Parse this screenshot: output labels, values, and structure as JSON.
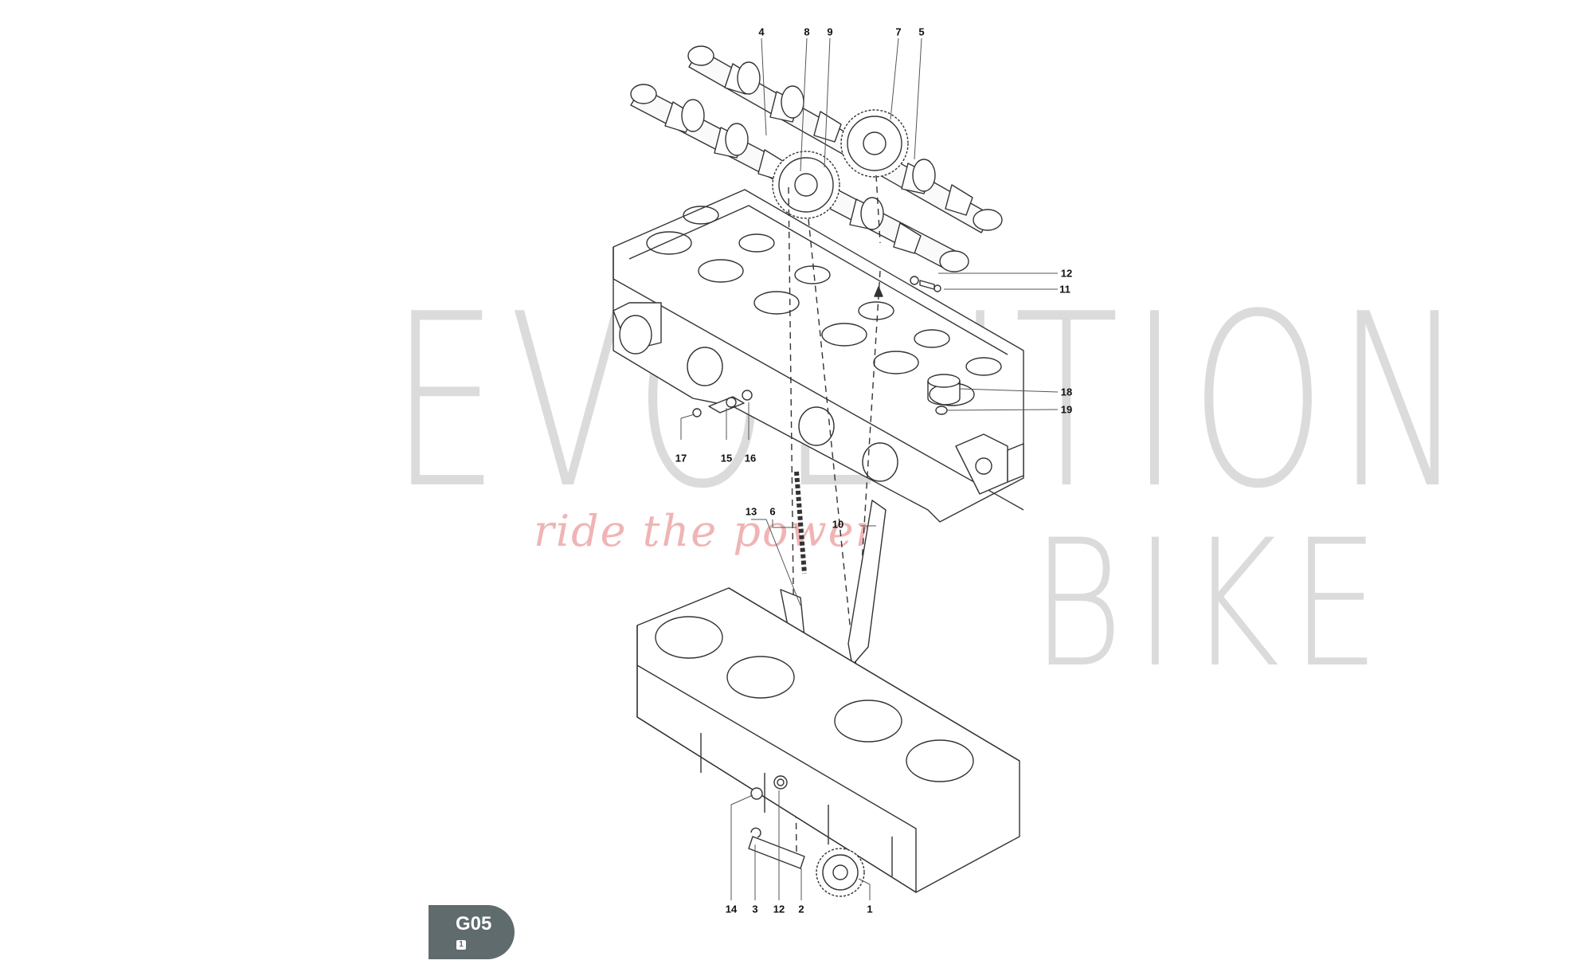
{
  "watermark": {
    "brand_word_1": "EVOLUTION",
    "brand_word_2": "BIKE",
    "tagline": "ride the power"
  },
  "page_badge": {
    "code": "G05",
    "sub": "1"
  },
  "callouts": [
    {
      "id": "c4",
      "text": "4"
    },
    {
      "id": "c8",
      "text": "8"
    },
    {
      "id": "c9",
      "text": "9"
    },
    {
      "id": "c7",
      "text": "7"
    },
    {
      "id": "c5",
      "text": "5"
    },
    {
      "id": "c12a",
      "text": "12"
    },
    {
      "id": "c11",
      "text": "11"
    },
    {
      "id": "c18",
      "text": "18"
    },
    {
      "id": "c19",
      "text": "19"
    },
    {
      "id": "c17",
      "text": "17"
    },
    {
      "id": "c15",
      "text": "15"
    },
    {
      "id": "c16",
      "text": "16"
    },
    {
      "id": "c13",
      "text": "13"
    },
    {
      "id": "c6",
      "text": "6"
    },
    {
      "id": "c10",
      "text": "10"
    },
    {
      "id": "c14",
      "text": "14"
    },
    {
      "id": "c3",
      "text": "3"
    },
    {
      "id": "c12b",
      "text": "12"
    },
    {
      "id": "c2",
      "text": "2"
    },
    {
      "id": "c1",
      "text": "1"
    }
  ],
  "colors": {
    "line": "#333333",
    "watermark": "#c9c9c9",
    "tagline": "#f0b4b4",
    "badge": "#5f6b6c"
  }
}
